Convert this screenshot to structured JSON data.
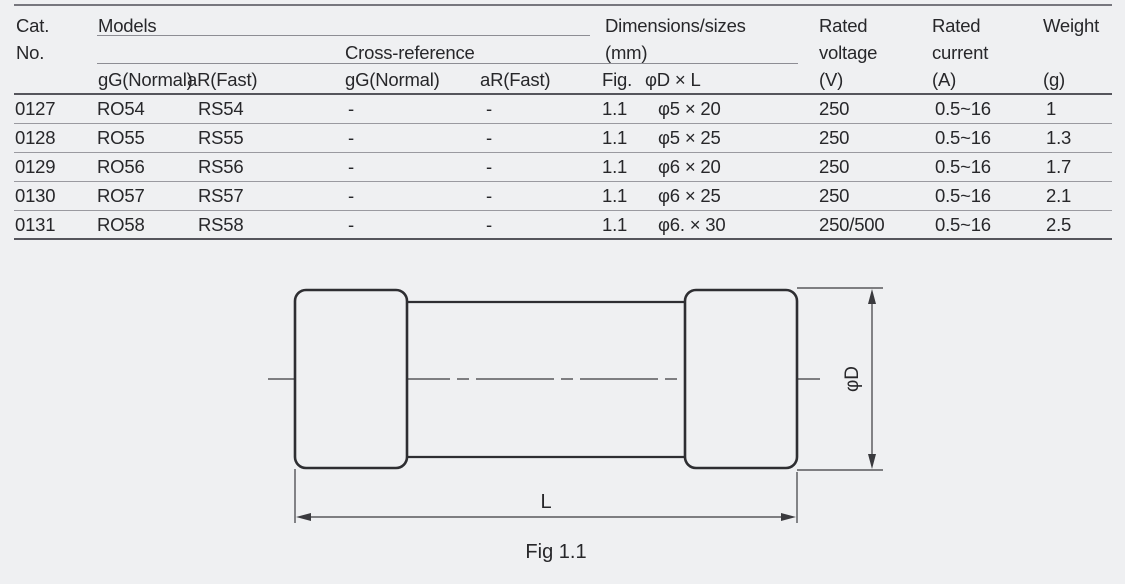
{
  "page": {
    "background": "#eff0f2",
    "text_color": "#27272a",
    "rule_light": "#9a9aa0",
    "rule_dark": "#55555c"
  },
  "table": {
    "header": {
      "cat_line1": "Cat.",
      "cat_line2": "No.",
      "models": "Models",
      "cross_reference": "Cross-reference",
      "dimensions_line1": "Dimensions/sizes",
      "dimensions_line2": "(mm)",
      "voltage_line1": "Rated",
      "voltage_line2": "voltage",
      "voltage_line3": "(V)",
      "current_line1": "Rated",
      "current_line2": "current",
      "current_line3": "(A)",
      "weight_line1": "Weight",
      "weight_line2": "(g)",
      "sub_gg_normal": "gG(Normal)",
      "sub_ar_fast": "aR(Fast)",
      "sub_xref_gg_normal": "gG(Normal)",
      "sub_xref_ar_fast": "aR(Fast)",
      "sub_fig": "Fig.",
      "sub_d_x_l": "φD × L"
    },
    "rows": [
      {
        "cat": "0127",
        "gg": "RO54",
        "ar": "RS54",
        "xgg": "-",
        "xar": "-",
        "fig": "1.1",
        "dxl": "φ5 × 20",
        "voltage": "250",
        "current": "0.5~16",
        "weight": "1"
      },
      {
        "cat": "0128",
        "gg": "RO55",
        "ar": "RS55",
        "xgg": "-",
        "xar": "-",
        "fig": "1.1",
        "dxl": "φ5 × 25",
        "voltage": "250",
        "current": "0.5~16",
        "weight": "1.3"
      },
      {
        "cat": "0129",
        "gg": "RO56",
        "ar": "RS56",
        "xgg": "-",
        "xar": "-",
        "fig": "1.1",
        "dxl": "φ6 × 20",
        "voltage": "250",
        "current": "0.5~16",
        "weight": "1.7"
      },
      {
        "cat": "0130",
        "gg": "RO57",
        "ar": "RS57",
        "xgg": "-",
        "xar": "-",
        "fig": "1.1",
        "dxl": "φ6 × 25",
        "voltage": "250",
        "current": "0.5~16",
        "weight": "2.1"
      },
      {
        "cat": "0131",
        "gg": "RO58",
        "ar": "RS58",
        "xgg": "-",
        "xar": "-",
        "fig": "1.1",
        "dxl": "φ6. × 30",
        "voltage": "250/500",
        "current": "0.5~16",
        "weight": "2.5"
      }
    ]
  },
  "figure": {
    "dim_diameter_label": "φD",
    "dim_length_label": "L",
    "caption": "Fig 1.1"
  }
}
